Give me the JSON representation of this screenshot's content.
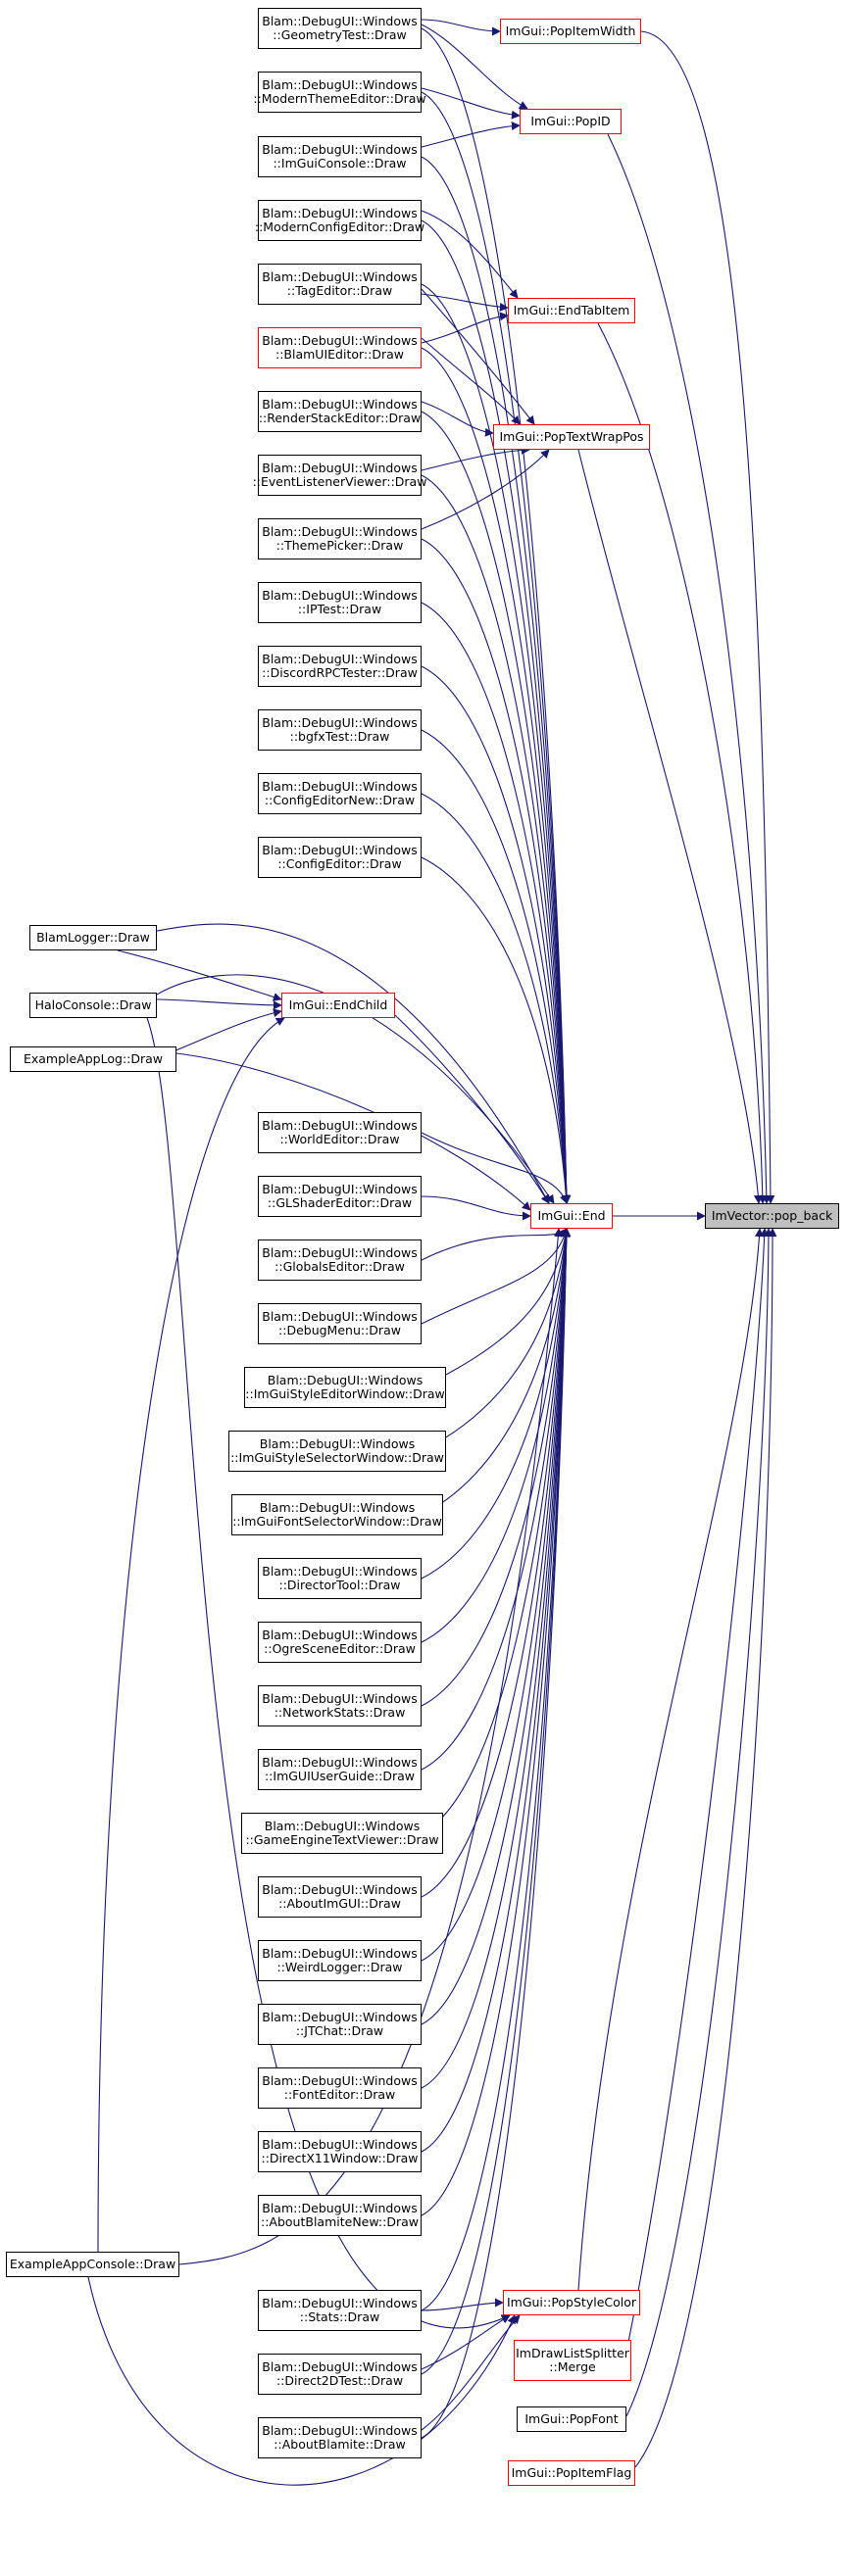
{
  "target": {
    "label": "ImVector::pop_back"
  },
  "intermediates": [
    {
      "id": "PopItemWidth",
      "label": "ImGui::PopItemWidth"
    },
    {
      "id": "PopID",
      "label": "ImGui::PopID"
    },
    {
      "id": "EndTabItem",
      "label": "ImGui::EndTabItem"
    },
    {
      "id": "PopTextWrapPos",
      "label": "ImGui::PopTextWrapPos"
    },
    {
      "id": "EndChild",
      "label": "ImGui::EndChild"
    },
    {
      "id": "End",
      "label": "ImGui::End"
    },
    {
      "id": "PopStyleColor",
      "label": "ImGui::PopStyleColor"
    },
    {
      "id": "Merge",
      "line1": "ImDrawListSplitter",
      "line2": "::Merge"
    },
    {
      "id": "PopFont",
      "label": "ImGui::PopFont"
    },
    {
      "id": "PopItemFlag",
      "label": "ImGui::PopItemFlag"
    }
  ],
  "windows": [
    {
      "id": "GeometryTest",
      "line1": "Blam::DebugUI::Windows",
      "line2": "::GeometryTest::Draw"
    },
    {
      "id": "ModernThemeEditor",
      "line1": "Blam::DebugUI::Windows",
      "line2": "::ModernThemeEditor::Draw"
    },
    {
      "id": "ImGuiConsole",
      "line1": "Blam::DebugUI::Windows",
      "line2": "::ImGuiConsole::Draw"
    },
    {
      "id": "ModernConfigEditor",
      "line1": "Blam::DebugUI::Windows",
      "line2": "::ModernConfigEditor::Draw"
    },
    {
      "id": "TagEditor",
      "line1": "Blam::DebugUI::Windows",
      "line2": "::TagEditor::Draw"
    },
    {
      "id": "BlamUIEditor",
      "line1": "Blam::DebugUI::Windows",
      "line2": "::BlamUIEditor::Draw"
    },
    {
      "id": "RenderStackEditor",
      "line1": "Blam::DebugUI::Windows",
      "line2": "::RenderStackEditor::Draw"
    },
    {
      "id": "EventListenerViewer",
      "line1": "Blam::DebugUI::Windows",
      "line2": "::EventListenerViewer::Draw"
    },
    {
      "id": "ThemePicker",
      "line1": "Blam::DebugUI::Windows",
      "line2": "::ThemePicker::Draw"
    },
    {
      "id": "IPTest",
      "line1": "Blam::DebugUI::Windows",
      "line2": "::IPTest::Draw"
    },
    {
      "id": "DiscordRPCTester",
      "line1": "Blam::DebugUI::Windows",
      "line2": "::DiscordRPCTester::Draw"
    },
    {
      "id": "bgfxTest",
      "line1": "Blam::DebugUI::Windows",
      "line2": "::bgfxTest::Draw"
    },
    {
      "id": "ConfigEditorNew",
      "line1": "Blam::DebugUI::Windows",
      "line2": "::ConfigEditorNew::Draw"
    },
    {
      "id": "ConfigEditor",
      "line1": "Blam::DebugUI::Windows",
      "line2": "::ConfigEditor::Draw"
    },
    {
      "id": "WorldEditor",
      "line1": "Blam::DebugUI::Windows",
      "line2": "::WorldEditor::Draw"
    },
    {
      "id": "GLShaderEditor",
      "line1": "Blam::DebugUI::Windows",
      "line2": "::GLShaderEditor::Draw"
    },
    {
      "id": "GlobalsEditor",
      "line1": "Blam::DebugUI::Windows",
      "line2": "::GlobalsEditor::Draw"
    },
    {
      "id": "DebugMenu",
      "line1": "Blam::DebugUI::Windows",
      "line2": "::DebugMenu::Draw"
    },
    {
      "id": "ImGuiStyleEditorWindow",
      "line1": "Blam::DebugUI::Windows",
      "line2": "::ImGuiStyleEditorWindow::Draw"
    },
    {
      "id": "ImGuiStyleSelectorWindow",
      "line1": "Blam::DebugUI::Windows",
      "line2": "::ImGuiStyleSelectorWindow::Draw"
    },
    {
      "id": "ImGuiFontSelectorWindow",
      "line1": "Blam::DebugUI::Windows",
      "line2": "::ImGuiFontSelectorWindow::Draw"
    },
    {
      "id": "DirectorTool",
      "line1": "Blam::DebugUI::Windows",
      "line2": "::DirectorTool::Draw"
    },
    {
      "id": "OgreSceneEditor",
      "line1": "Blam::DebugUI::Windows",
      "line2": "::OgreSceneEditor::Draw"
    },
    {
      "id": "NetworkStats",
      "line1": "Blam::DebugUI::Windows",
      "line2": "::NetworkStats::Draw"
    },
    {
      "id": "ImGUIUserGuide",
      "line1": "Blam::DebugUI::Windows",
      "line2": "::ImGUIUserGuide::Draw"
    },
    {
      "id": "GameEngineTextViewer",
      "line1": "Blam::DebugUI::Windows",
      "line2": "::GameEngineTextViewer::Draw"
    },
    {
      "id": "AboutImGUI",
      "line1": "Blam::DebugUI::Windows",
      "line2": "::AboutImGUI::Draw"
    },
    {
      "id": "WeirdLogger",
      "line1": "Blam::DebugUI::Windows",
      "line2": "::WeirdLogger::Draw"
    },
    {
      "id": "JTChat",
      "line1": "Blam::DebugUI::Windows",
      "line2": "::JTChat::Draw"
    },
    {
      "id": "FontEditor",
      "line1": "Blam::DebugUI::Windows",
      "line2": "::FontEditor::Draw"
    },
    {
      "id": "DirectX11Window",
      "line1": "Blam::DebugUI::Windows",
      "line2": "::DirectX11Window::Draw"
    },
    {
      "id": "AboutBlamiteNew",
      "line1": "Blam::DebugUI::Windows",
      "line2": "::AboutBlamiteNew::Draw"
    },
    {
      "id": "Stats",
      "line1": "Blam::DebugUI::Windows",
      "line2": "::Stats::Draw"
    },
    {
      "id": "Direct2DTest",
      "line1": "Blam::DebugUI::Windows",
      "line2": "::Direct2DTest::Draw"
    },
    {
      "id": "AboutBlamite",
      "line1": "Blam::DebugUI::Windows",
      "line2": "::AboutBlamite::Draw"
    }
  ],
  "left_callers": [
    {
      "id": "BlamLogger",
      "label": "BlamLogger::Draw"
    },
    {
      "id": "HaloConsole",
      "label": "HaloConsole::Draw"
    },
    {
      "id": "ExampleAppLog",
      "label": "ExampleAppLog::Draw"
    },
    {
      "id": "ExampleAppConsole",
      "label": "ExampleAppConsole::Draw"
    }
  ],
  "colors": {
    "edge": "#191970",
    "node_border": "#000000",
    "link_border": "#ff0000",
    "target_fill": "#bfbfbf"
  }
}
